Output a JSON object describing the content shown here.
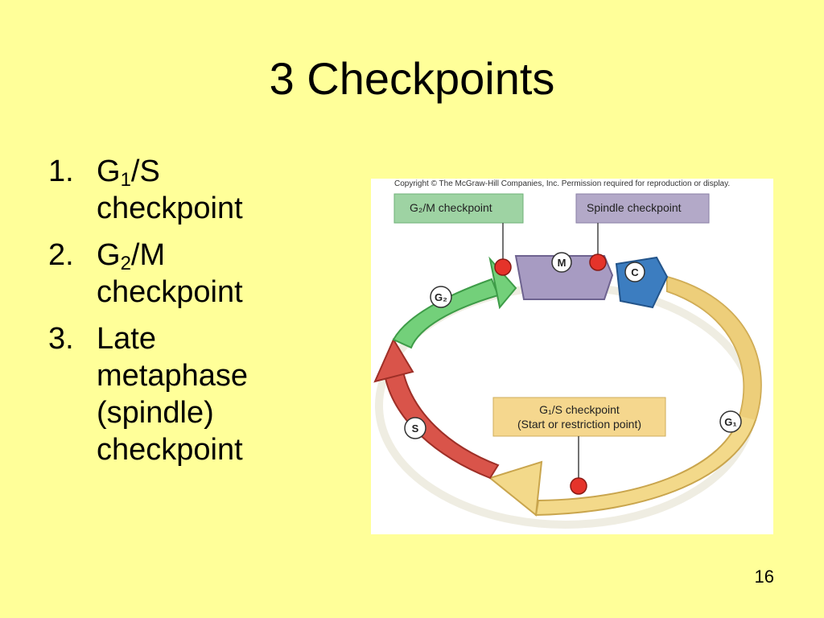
{
  "slide": {
    "title": "3 Checkpoints",
    "page_number": "16"
  },
  "checkpoint_list": [
    {
      "number": "1.",
      "base": "G",
      "sub": "1",
      "rest": "/S",
      "line2": "checkpoint"
    },
    {
      "number": "2.",
      "base": "G",
      "sub": "2",
      "rest": "/M",
      "line2": "checkpoint"
    },
    {
      "number": "3.",
      "lines": [
        "Late",
        "metaphase",
        "(spindle)",
        "checkpoint"
      ]
    }
  ],
  "figure": {
    "copyright": "Copyright © The McGraw-Hill Companies, Inc. Permission required for reproduction or display.",
    "g2m_label": "G₂/M checkpoint",
    "spindle_label": "Spindle checkpoint",
    "g1s_label_line1": "G₁/S checkpoint",
    "g1s_label_line2": "(Start or restriction point)",
    "phase_m": "M",
    "phase_c": "C",
    "phase_g2": "G₂",
    "phase_s": "S",
    "phase_g1": "G₁",
    "colors": {
      "g1": "#F3D98A",
      "s": "#D9544A",
      "g2": "#73D07A",
      "m": "#A79BC2",
      "c": "#3C7DC0",
      "checkpoint_dot": "#E5332A",
      "g2m_box": "#9ED3A3",
      "spindle_box": "#B3A9C8",
      "g1s_box": "#F5D78E"
    }
  }
}
